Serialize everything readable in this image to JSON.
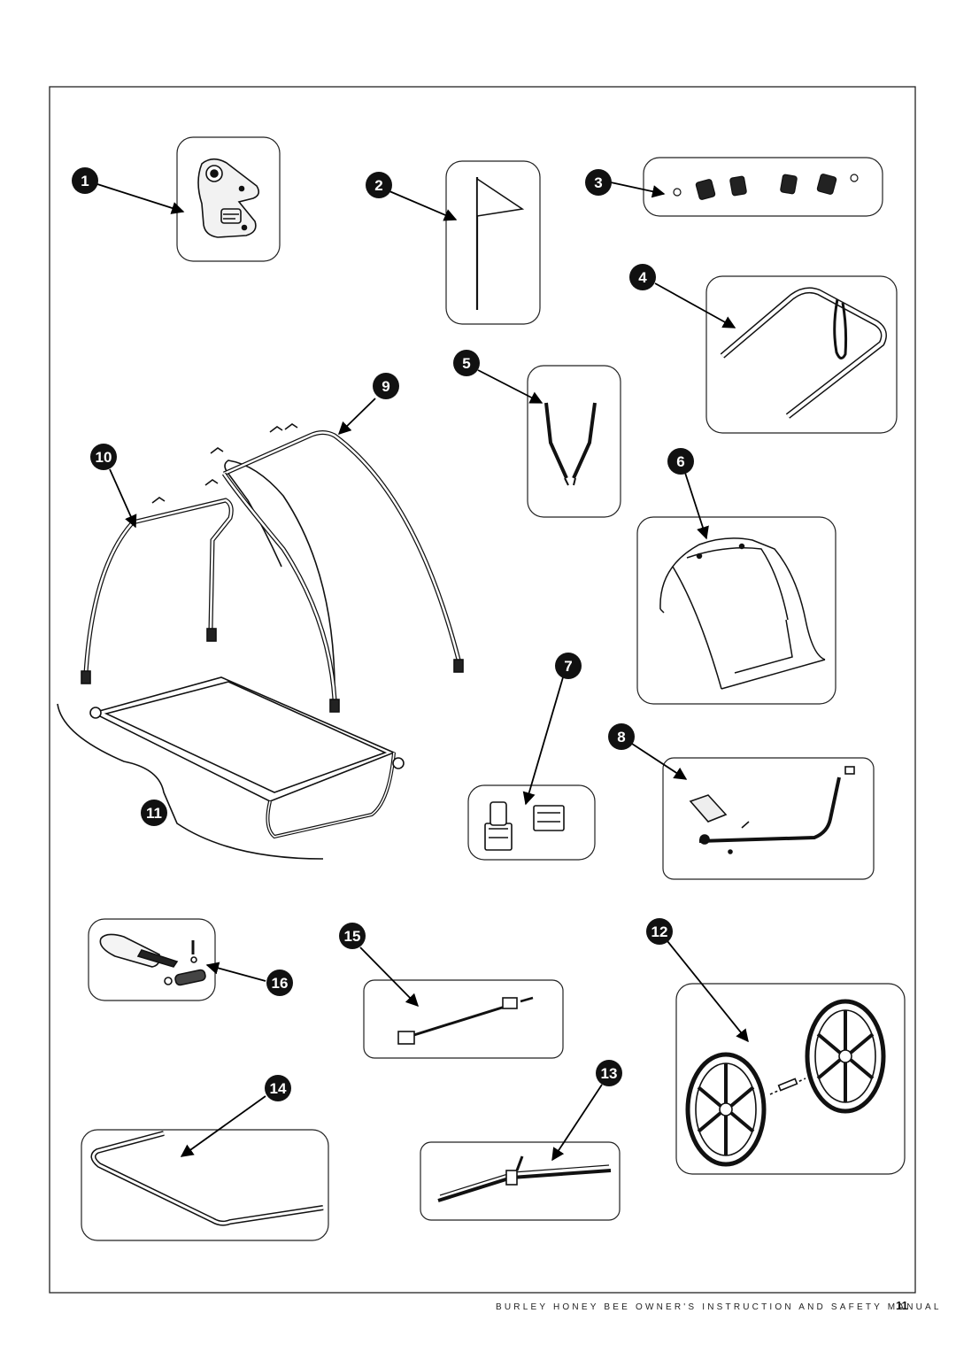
{
  "callouts": [
    {
      "label": "1"
    },
    {
      "label": "2"
    },
    {
      "label": "3"
    },
    {
      "label": "4"
    },
    {
      "label": "5"
    },
    {
      "label": "6"
    },
    {
      "label": "7"
    },
    {
      "label": "8"
    },
    {
      "label": "9"
    },
    {
      "label": "10"
    },
    {
      "label": "11"
    },
    {
      "label": "12"
    },
    {
      "label": "13"
    },
    {
      "label": "14"
    },
    {
      "label": "15"
    },
    {
      "label": "16"
    }
  ],
  "footer": {
    "manual_title": "BURLEY HONEY BEE OWNER'S INSTRUCTION AND SAFETY MANUAL",
    "page_number": "11"
  }
}
